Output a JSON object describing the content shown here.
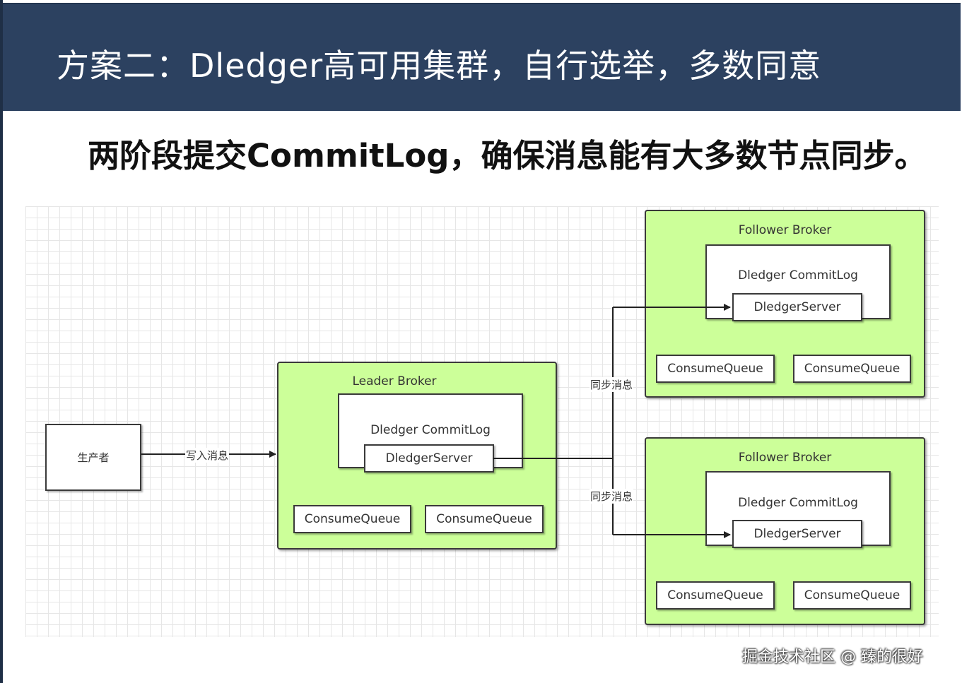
{
  "header": {
    "title": "方案二：Dledger高可用集群，自行选举，多数同意"
  },
  "subtitle": "两阶段提交CommitLog，确保消息能有大多数节点同步。",
  "diagram": {
    "producer": "生产者",
    "write_label": "写入消息",
    "sync_label": "同步消息",
    "leader": {
      "title": "Leader Broker",
      "commitlog": "Dledger CommitLog",
      "server": "DledgerServer",
      "queues": [
        "ConsumeQueue",
        "ConsumeQueue"
      ]
    },
    "followers": [
      {
        "title": "Follower Broker",
        "commitlog": "Dledger CommitLog",
        "server": "DledgerServer",
        "queues": [
          "ConsumeQueue",
          "ConsumeQueue"
        ]
      },
      {
        "title": "Follower Broker",
        "commitlog": "Dledger CommitLog",
        "server": "DledgerServer",
        "queues": [
          "ConsumeQueue",
          "ConsumeQueue"
        ]
      }
    ]
  },
  "watermark": "掘金技术社区 @ 臻的很好"
}
